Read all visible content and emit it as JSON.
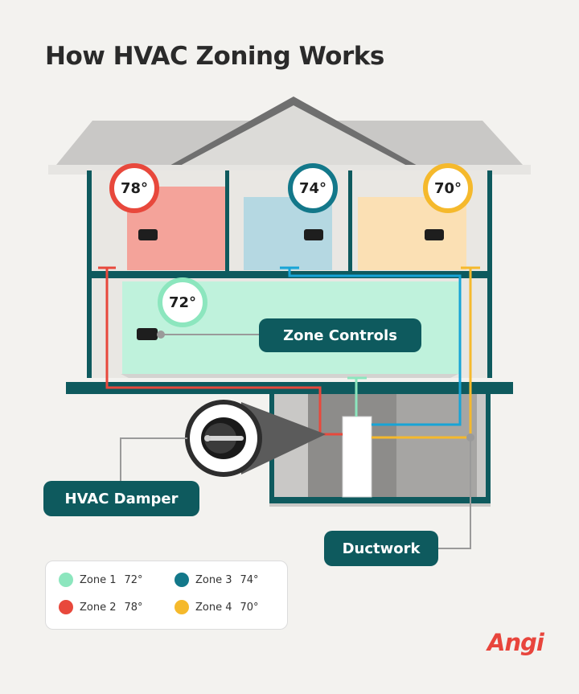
{
  "title": "How HVAC Zoning Works",
  "zones": [
    {
      "name": "Zone 1",
      "temp": "72°",
      "color": "#8ce6be"
    },
    {
      "name": "Zone 2",
      "temp": "78°",
      "color": "#e8483c"
    },
    {
      "name": "Zone 3",
      "temp": "74°",
      "color": "#13788a"
    },
    {
      "name": "Zone 4",
      "temp": "70°",
      "color": "#f5b92c"
    }
  ],
  "thermostats": {
    "zone2": "78°",
    "zone3": "74°",
    "zone4": "70°",
    "zone1": "72°"
  },
  "labels": {
    "zone_controls": "Zone Controls",
    "hvac_damper": "HVAC Damper",
    "ductwork": "Ductwork"
  },
  "logo": "Angi",
  "colors": {
    "teal_dark": "#0e5a5e",
    "room_red": "#f4a39a",
    "room_blue": "#b5d8e2",
    "room_yellow": "#fbe0b4",
    "room_green": "#bff2dc"
  }
}
